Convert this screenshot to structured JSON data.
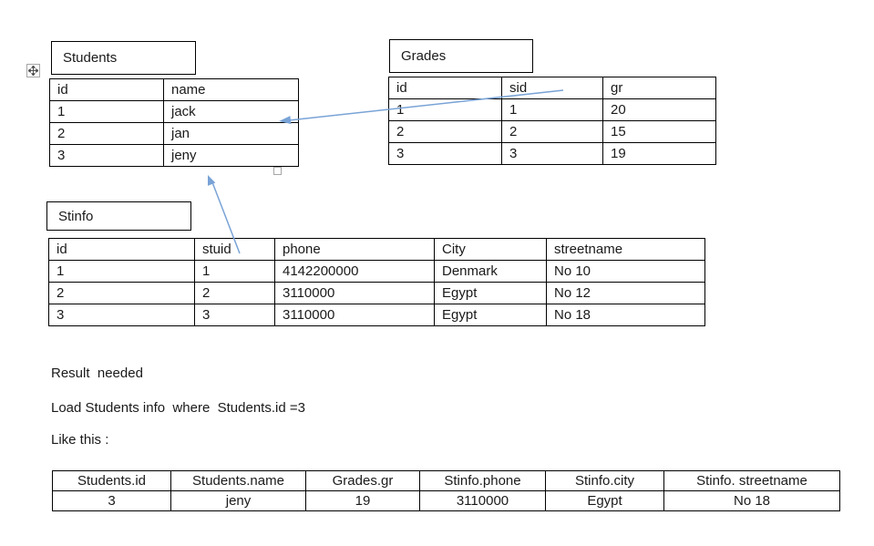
{
  "colors": {
    "arrow_blue": "#79a3d6",
    "table_border": "#000000",
    "handle_gray": "#a6a6a6"
  },
  "tables": {
    "students": {
      "label": "Students",
      "headers": [
        "id",
        "name"
      ],
      "rows": [
        [
          "1",
          "jack"
        ],
        [
          "2",
          "jan"
        ],
        [
          "3",
          "jeny"
        ]
      ]
    },
    "grades": {
      "label": "Grades",
      "headers": [
        "id",
        "sid",
        "gr"
      ],
      "rows": [
        [
          "1",
          "1",
          "20"
        ],
        [
          "2",
          "2",
          "15"
        ],
        [
          "3",
          "3",
          "19"
        ]
      ]
    },
    "stinfo": {
      "label": "Stinfo",
      "headers": [
        "id",
        "stuid",
        "phone",
        "City",
        "streetname"
      ],
      "rows": [
        [
          "1",
          "1",
          "4142200000",
          "Denmark",
          "No 10"
        ],
        [
          "2",
          "2",
          "3110000",
          "Egypt",
          "No 12"
        ],
        [
          "3",
          "3",
          "3110000",
          "Egypt",
          "No 18"
        ]
      ]
    },
    "result": {
      "headers": [
        "Students.id",
        "Students.name",
        "Grades.gr",
        "Stinfo.phone",
        "Stinfo.city",
        "Stinfo. streetname"
      ],
      "rows": [
        [
          "3",
          "jeny",
          "19",
          "3110000",
          "Egypt",
          "No 18"
        ]
      ]
    }
  },
  "paragraphs": {
    "result_needed": "Result  needed",
    "load_line": "Load Students info  where  Students.id =3",
    "like_this": "Like this :"
  }
}
